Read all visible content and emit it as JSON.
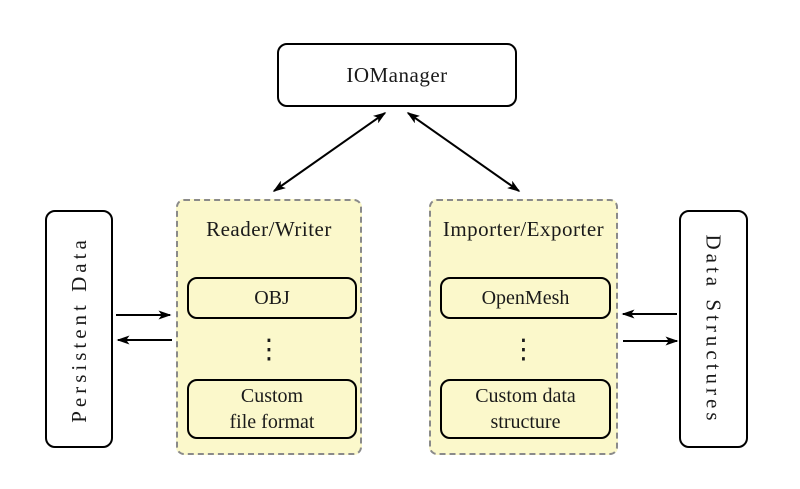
{
  "colors": {
    "box_fill": "#FBF8CB",
    "node_fill": "#FFFFFF",
    "stroke": "#000000",
    "dashed_border": "#8A8A8A",
    "background": "#FFFFFF",
    "text": "#1A1A1A"
  },
  "nodes": {
    "iomanager": {
      "label": "IOManager"
    },
    "persistent_data": {
      "label": "Persistent Data"
    },
    "data_structures": {
      "label": "Data Structures"
    }
  },
  "groups": {
    "reader_writer": {
      "title": "Reader/Writer",
      "items": [
        {
          "label": "OBJ"
        },
        {
          "label": "⋮"
        },
        {
          "label": "Custom\nfile format"
        }
      ]
    },
    "importer_exporter": {
      "title": "Importer/Exporter",
      "items": [
        {
          "label": "OpenMesh"
        },
        {
          "label": "⋮"
        },
        {
          "label": "Custom data\nstructure"
        }
      ]
    }
  },
  "edges": [
    {
      "from": "IOManager",
      "to": "Reader/Writer",
      "arrow": "double"
    },
    {
      "from": "IOManager",
      "to": "Importer/Exporter",
      "arrow": "double"
    },
    {
      "from": "Persistent Data",
      "to": "Reader/Writer",
      "arrow": "single-right"
    },
    {
      "from": "Reader/Writer",
      "to": "Persistent Data",
      "arrow": "single-left"
    },
    {
      "from": "Data Structures",
      "to": "Importer/Exporter",
      "arrow": "single-left"
    },
    {
      "from": "Importer/Exporter",
      "to": "Data Structures",
      "arrow": "single-right"
    }
  ]
}
